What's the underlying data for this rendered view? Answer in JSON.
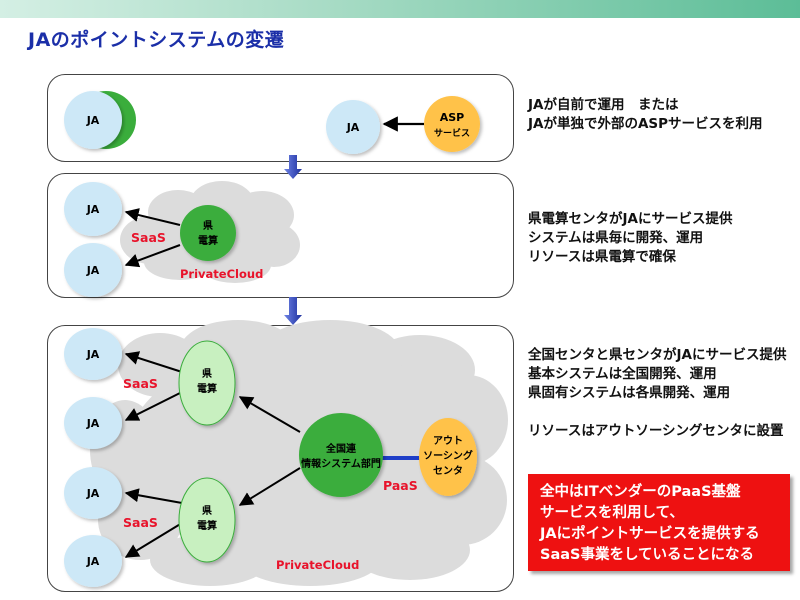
{
  "title": "JAのポイントシステムの変遷",
  "colors": {
    "title": "#1b2fa8",
    "ja_node": "#cde8f7",
    "pref_node": "#3aad3c",
    "pref_node_light": "#c8f0c0",
    "asp_node": "#ffc24a",
    "cloud": "#dcdcdc",
    "label_red": "#e8132b",
    "arrow_blue": "#2b3fb8",
    "link_blue": "#1f3fc8",
    "callout": "#ee1111"
  },
  "panel1": {
    "ja_left": "JA",
    "ja_right": "JA",
    "asp_line1": "ASP",
    "asp_line2": "サービス",
    "desc": [
      "JAが自前で運用　または",
      "JAが単独で外部のASPサービスを利用"
    ]
  },
  "panel2": {
    "ja_top": "JA",
    "ja_bottom": "JA",
    "pref_line1": "県",
    "pref_line2": "電算",
    "saas": "SaaS",
    "private_cloud": "PrivateCloud",
    "desc": [
      "県電算センタがJAにサービス提供",
      "システムは県毎に開発、運用",
      "リソースは県電算で確保"
    ]
  },
  "panel3": {
    "ja_1": "JA",
    "ja_2": "JA",
    "ja_3": "JA",
    "ja_4": "JA",
    "pref_top_line1": "県",
    "pref_top_line2": "電算",
    "pref_bottom_line1": "県",
    "pref_bottom_line2": "電算",
    "saas_top": "SaaS",
    "saas_bottom": "SaaS",
    "national_line1": "全国連",
    "national_line2": "情報システム部門",
    "outsourcing_line1": "アウト",
    "outsourcing_line2": "ソーシング",
    "outsourcing_line3": "センタ",
    "paas": "PaaS",
    "private_cloud": "PrivateCloud",
    "desc": [
      "全国センタと県センタがJAにサービス提供",
      "基本システムは全国開発、運用",
      "県固有システムは各県開発、運用",
      "リソースはアウトソーシングセンタに設置"
    ]
  },
  "callout": {
    "lines": [
      "全中はITベンダーのPaaS基盤",
      "サービスを利用して、",
      "JAにポイントサービスを提供する",
      "SaaS事業をしていることになる"
    ]
  }
}
